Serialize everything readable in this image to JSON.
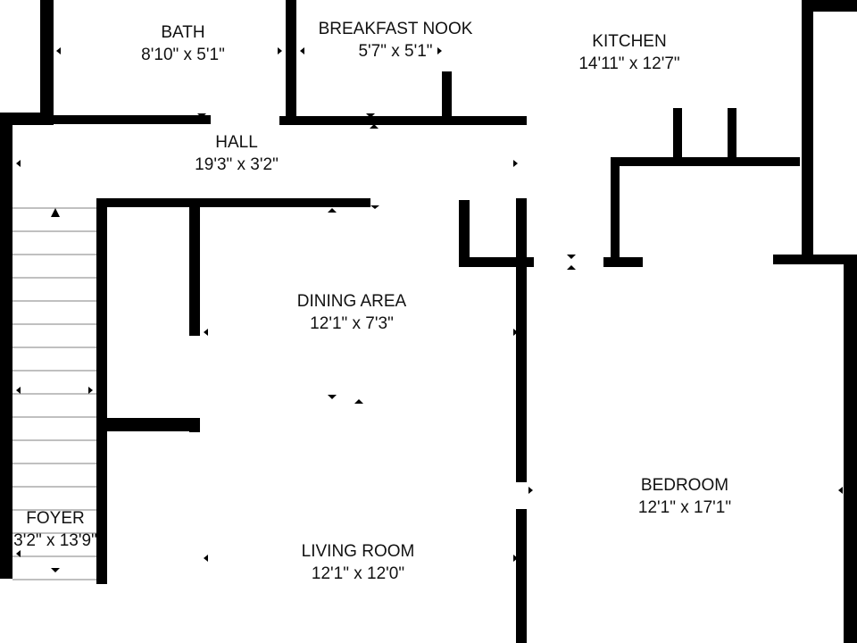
{
  "plan": {
    "wall_color": "#000000",
    "background_color": "#ffffff",
    "rooms": [
      {
        "id": "bath",
        "name": "BATH",
        "dims": "8'10\" x 5'1\""
      },
      {
        "id": "breakfast-nook",
        "name": "BREAKFAST NOOK",
        "dims": "5'7\" x 5'1\""
      },
      {
        "id": "kitchen",
        "name": "KITCHEN",
        "dims": "14'11\" x 12'7\""
      },
      {
        "id": "hall",
        "name": "HALL",
        "dims": "19'3\" x 3'2\""
      },
      {
        "id": "dining-area",
        "name": "DINING AREA",
        "dims": "12'1\" x 7'3\""
      },
      {
        "id": "bedroom",
        "name": "BEDROOM",
        "dims": "12'1\" x 17'1\""
      },
      {
        "id": "foyer",
        "name": "FOYER",
        "dims": "3'2\" x 13'9\""
      },
      {
        "id": "living-room",
        "name": "LIVING ROOM",
        "dims": "12'1\" x 12'0\""
      }
    ]
  }
}
